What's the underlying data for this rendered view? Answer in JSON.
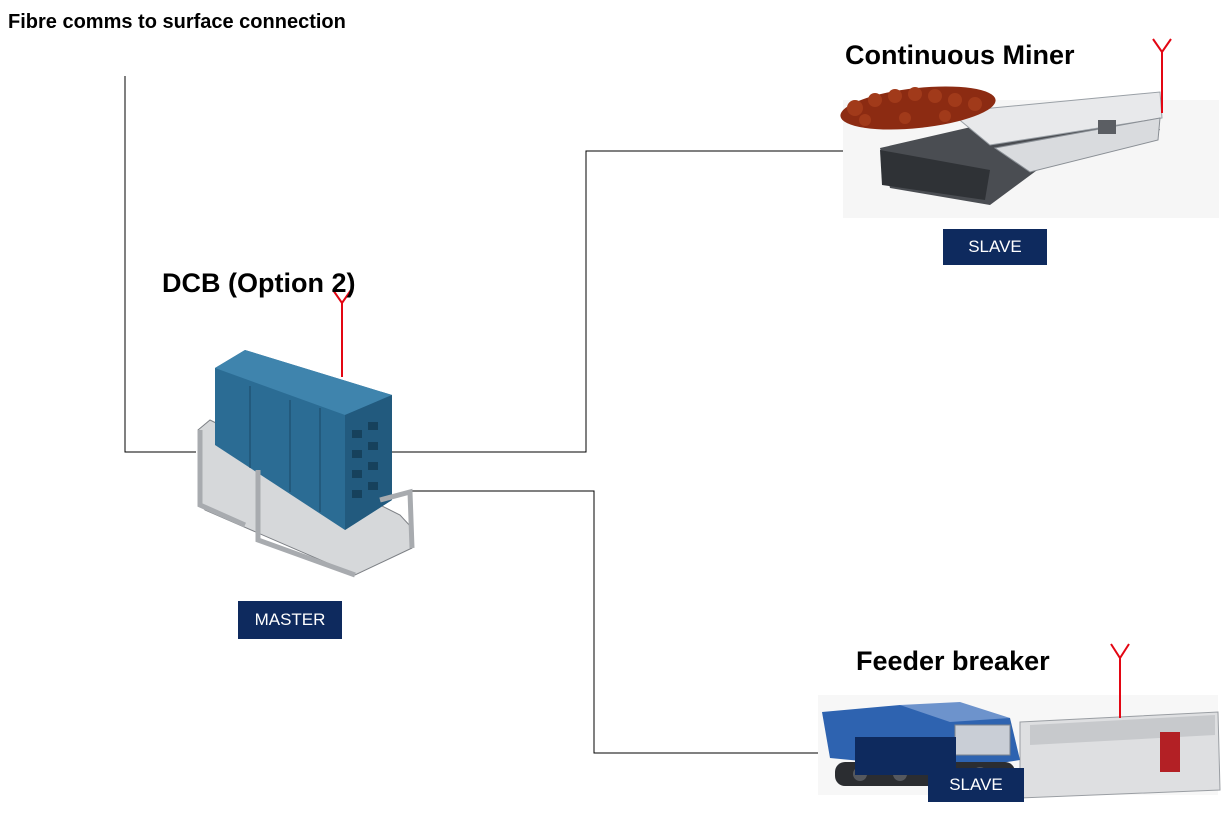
{
  "diagram": {
    "fibre_label": "Fibre comms to surface connection",
    "nodes": {
      "continuous_miner": {
        "title": "Continuous Miner",
        "role": "SLAVE"
      },
      "dcb": {
        "title": "DCB (Option 2)",
        "role": "MASTER"
      },
      "feeder_breaker": {
        "title": "Feeder breaker",
        "role": "SLAVE"
      }
    },
    "colors": {
      "badge": "#0e2a5e",
      "antenna": "#e30613",
      "line": "#000000",
      "dcb_body": "#2b6c94",
      "miner_drum": "#8c2b12",
      "feeder_blue": "#2e63b0"
    },
    "icons": [
      "antenna-icon",
      "dcb-unit-image",
      "continuous-miner-image",
      "feeder-breaker-image"
    ]
  }
}
